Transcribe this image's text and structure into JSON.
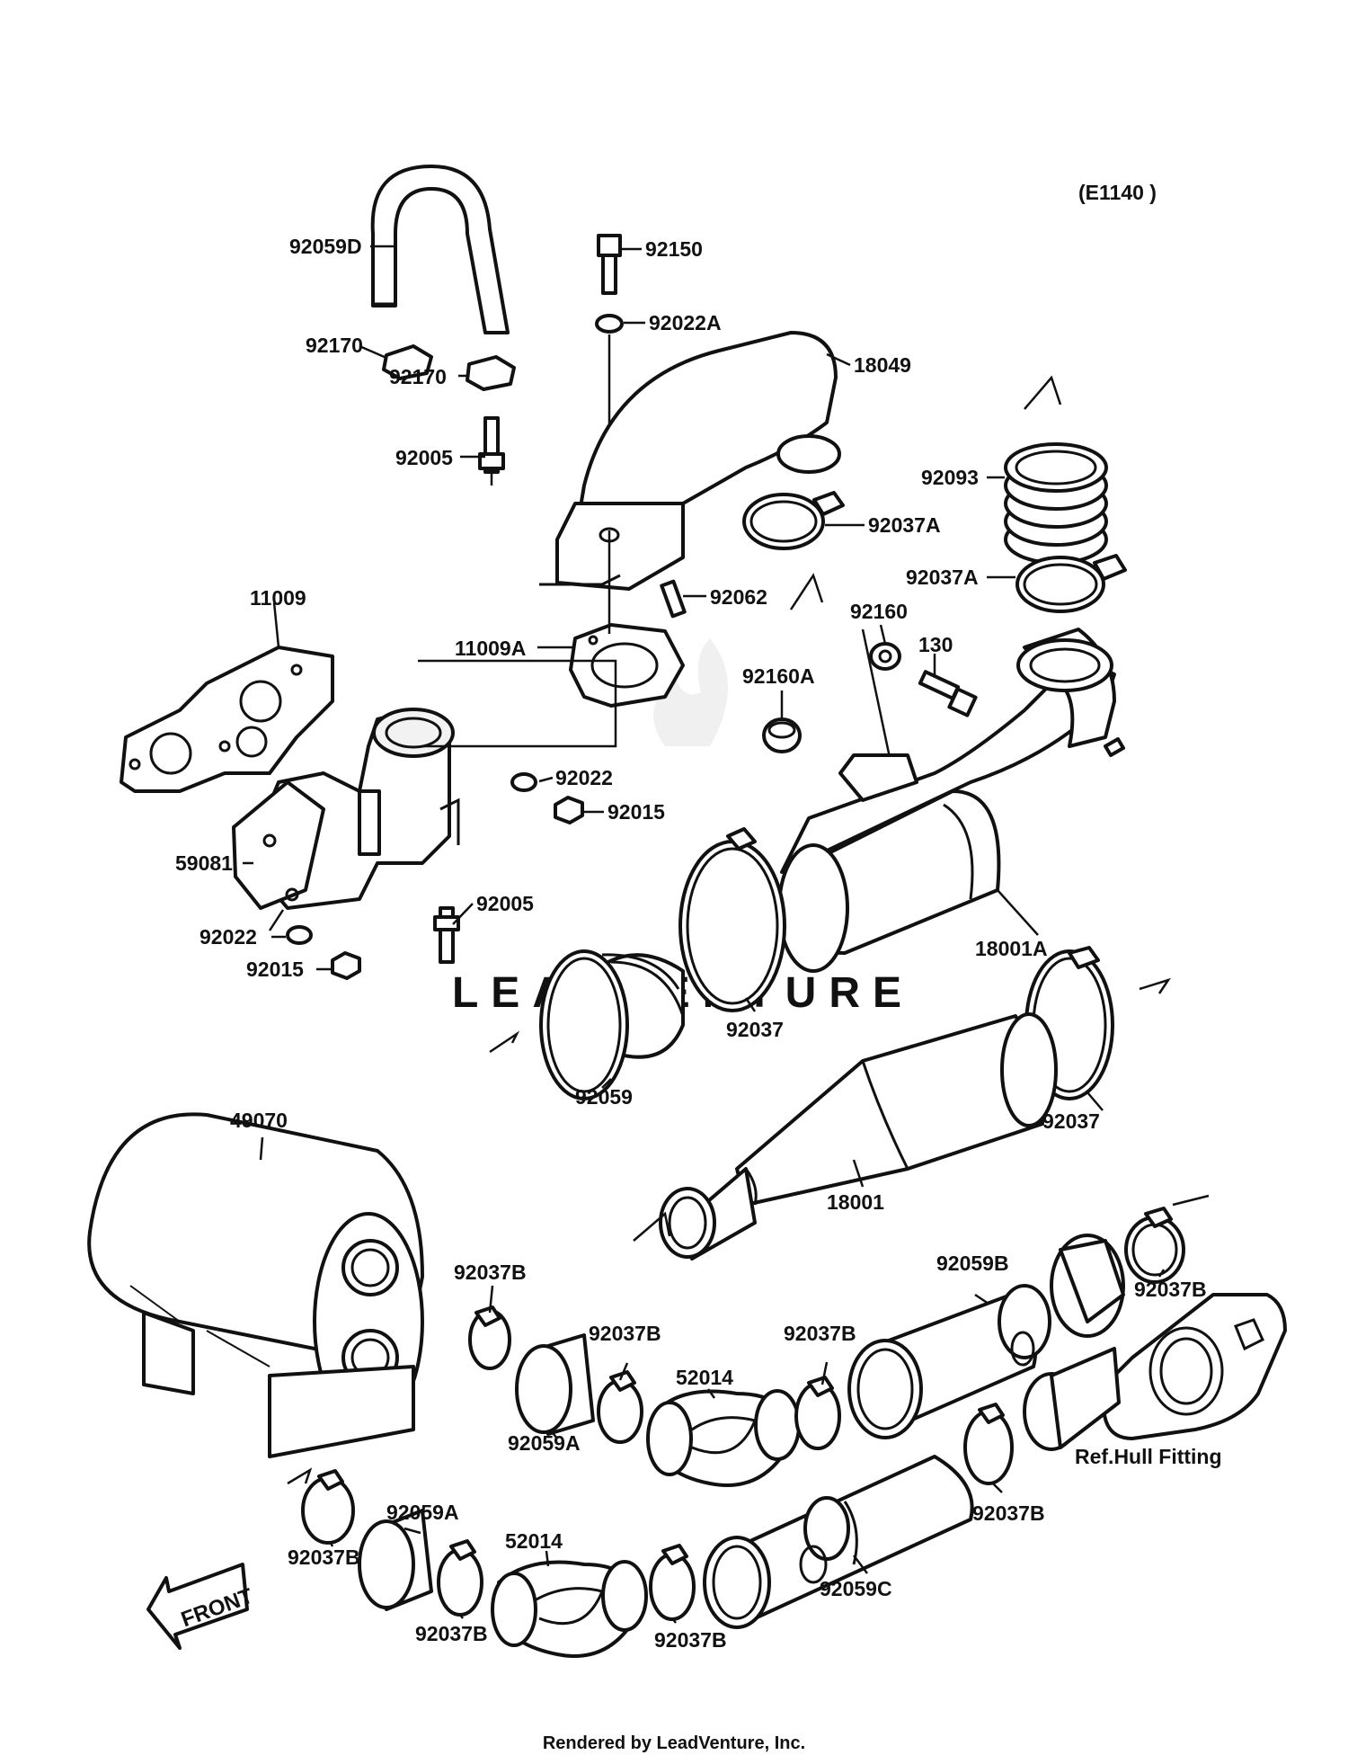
{
  "diagram_code": "(E1140 )",
  "watermark": "LEADVENTURE",
  "footer": "Rendered by LeadVenture, Inc.",
  "front_label": "FRONT",
  "labels": [
    "92059D",
    "92150",
    "92022A",
    "92170",
    "92170",
    "18049",
    "92005",
    "92093",
    "92037A",
    "92037A",
    "92062",
    "92160",
    "130",
    "11009",
    "11009A",
    "92160A",
    "92022",
    "92015",
    "59081",
    "92005",
    "18001A",
    "92022",
    "92015",
    "92037",
    "92059",
    "92037",
    "49070",
    "18001",
    "92037B",
    "92059B",
    "92037B",
    "92037B",
    "52014",
    "92037B",
    "92059A",
    "Ref.Hull Fitting",
    "92037B",
    "92059A",
    "52014",
    "92037B",
    "92059C",
    "92037B",
    "92037B"
  ]
}
